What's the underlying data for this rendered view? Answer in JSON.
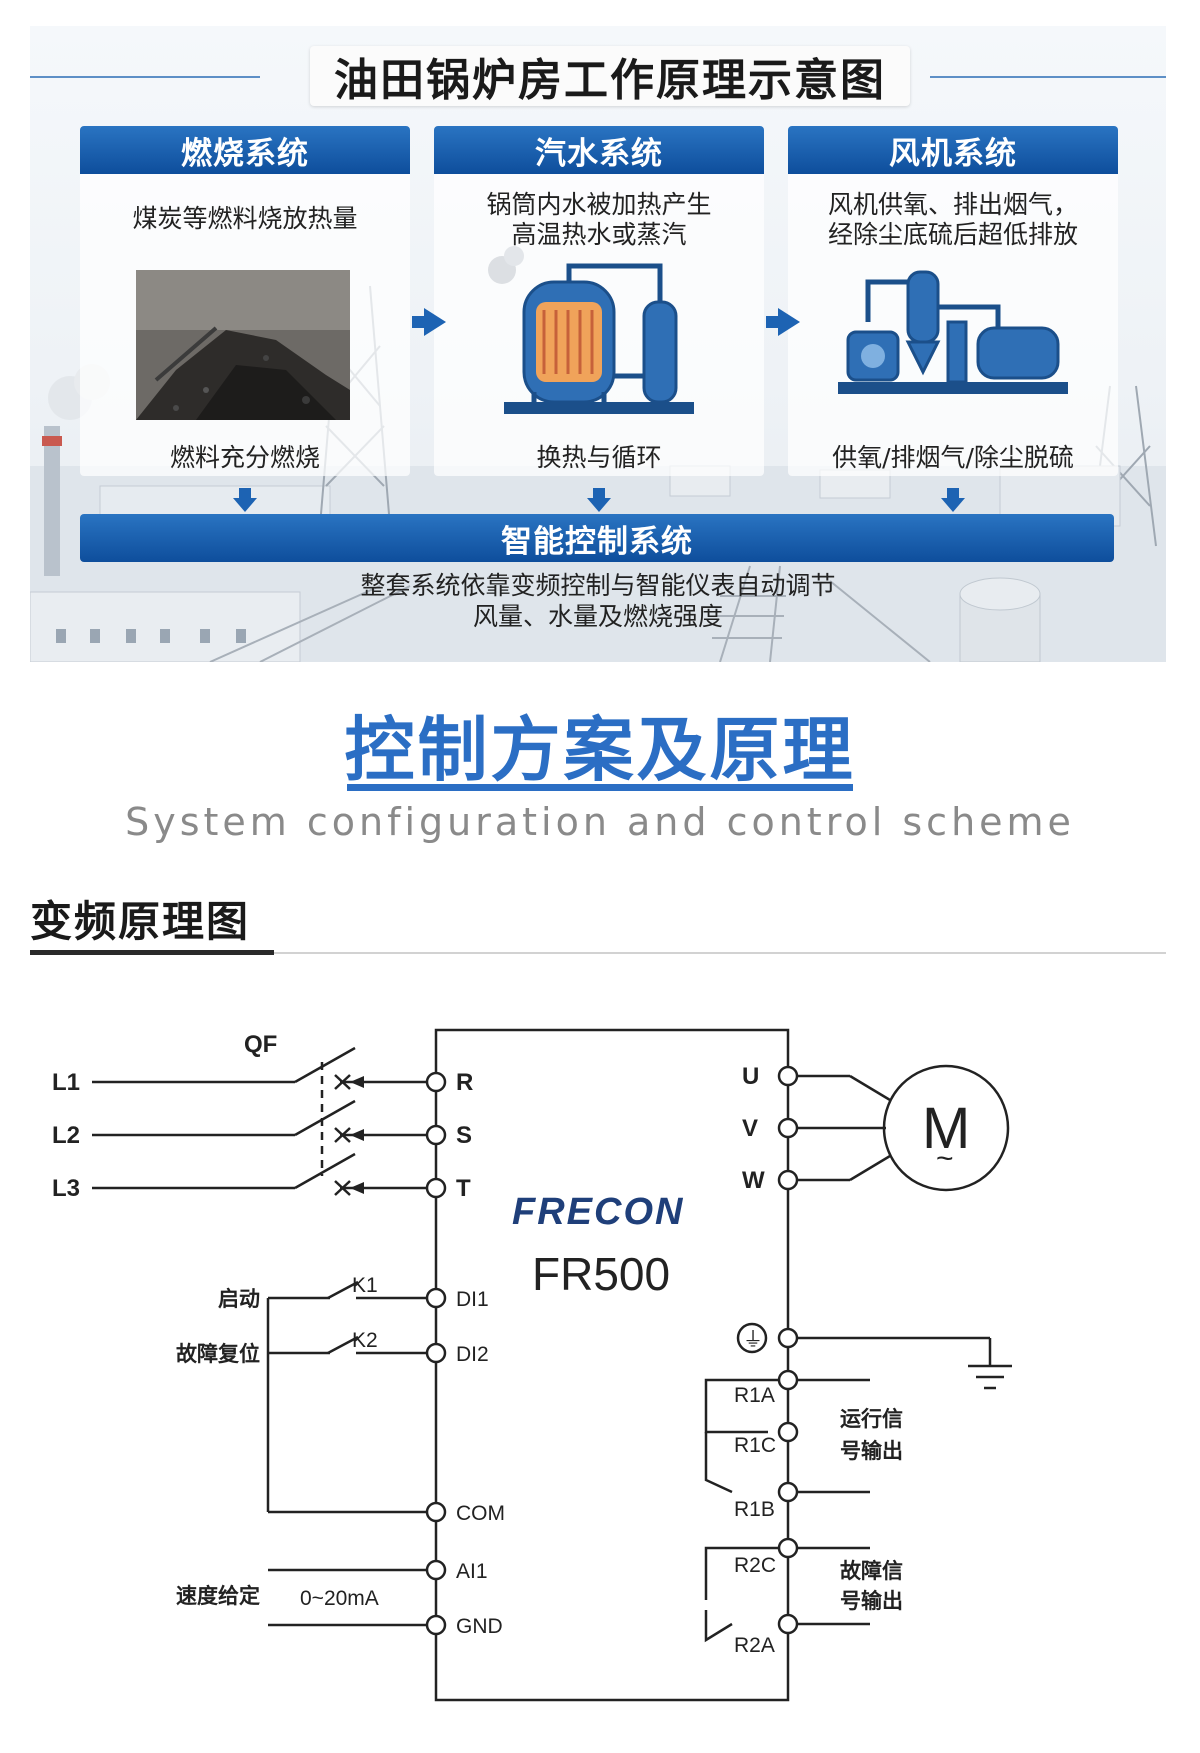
{
  "infographic": {
    "title": "油田锅炉房工作原理示意图",
    "panels": [
      {
        "head": "燃烧系统",
        "desc": [
          "煤炭等燃料烧放热量"
        ],
        "foot": "燃料充分燃烧"
      },
      {
        "head": "汽水系统",
        "desc": [
          "锅筒内水被加热产生",
          "高温热水或蒸汽"
        ],
        "foot": "换热与循环"
      },
      {
        "head": "风机系统",
        "desc": [
          "风机供氧、排出烟气，",
          "经除尘底硫后超低排放"
        ],
        "foot": "供氧/排烟气/除尘脱硫"
      }
    ],
    "smart": {
      "head": "智能控制系统",
      "desc": [
        "整套系统依靠变频控制与智能仪表自动调节",
        "风量、水量及燃烧强度"
      ]
    },
    "colors": {
      "accent": "#1260b0",
      "title_line": "#5d8fc6"
    }
  },
  "section": {
    "title": "控制方案及原理",
    "subtitle": "System configuration and control scheme",
    "color": "#2b6ec4"
  },
  "sub_heading": "变频原理图",
  "wiring": {
    "breaker": "QF",
    "lines": [
      "L1",
      "L2",
      "L3"
    ],
    "inputs": [
      "R",
      "S",
      "T"
    ],
    "outputs": [
      "U",
      "V",
      "W"
    ],
    "motor_symbol": "M",
    "motor_wave": "~",
    "brand": "FRECON",
    "model": "FR500",
    "digital_inputs": [
      {
        "terminal": "DI1",
        "contact": "K1",
        "label": "启动"
      },
      {
        "terminal": "DI2",
        "contact": "K2",
        "label": "故障复位"
      }
    ],
    "com": "COM",
    "analog_input": {
      "terminal": "AI1",
      "label": "速度给定",
      "range": "0~20mA"
    },
    "gnd": "GND",
    "ground_symbol": "⏚",
    "relay1": {
      "terminals": [
        "R1A",
        "R1C",
        "R1B"
      ],
      "label": [
        "运行信",
        "号输出"
      ]
    },
    "relay2": {
      "terminals": [
        "R2C",
        "R2A"
      ],
      "label": [
        "故障信",
        "号输出"
      ]
    }
  }
}
